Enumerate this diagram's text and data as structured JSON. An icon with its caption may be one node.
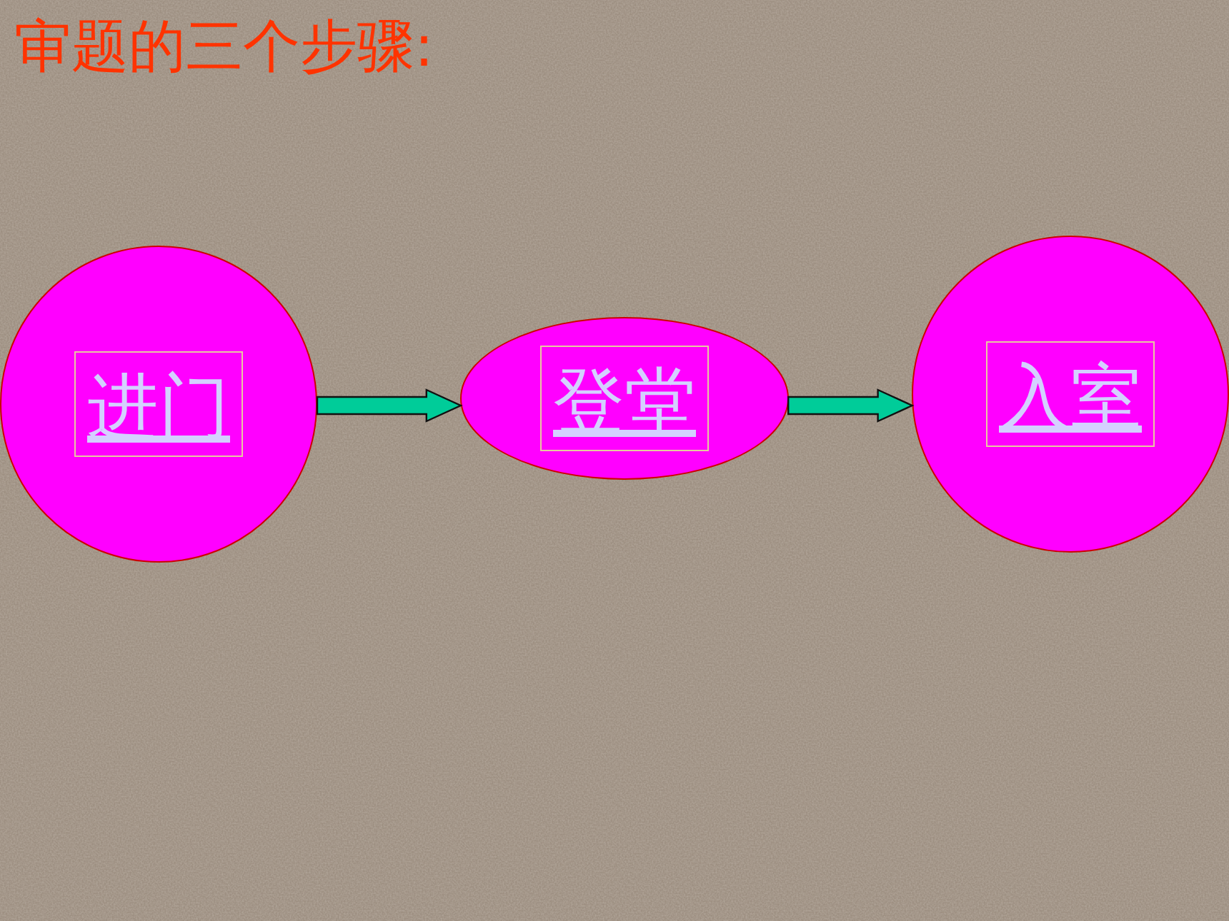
{
  "diagram": {
    "title": "审题的三个步骤:",
    "nodes": [
      {
        "text": [
          "进门"
        ]
      },
      {
        "text": [
          "登堂"
        ]
      },
      {
        "text": [
          "入室"
        ]
      }
    ],
    "edges": [
      {
        "from": 0,
        "to": 1,
        "arrow": "to"
      },
      {
        "from": 1,
        "to": 2,
        "arrow": "to"
      }
    ]
  }
}
